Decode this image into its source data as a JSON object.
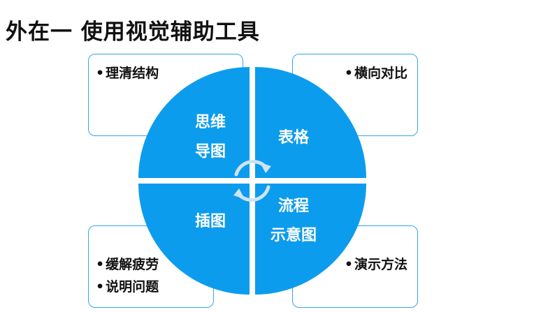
{
  "title": "外在一 使用视觉辅助工具",
  "quadrants": {
    "top_left": {
      "line1": "思维",
      "line2": "导图"
    },
    "top_right": {
      "label": "表格"
    },
    "bottom_left": {
      "label": "插图"
    },
    "bottom_right": {
      "line1": "流程",
      "line2": "示意图"
    }
  },
  "notes": {
    "top_left": [
      "理清结构"
    ],
    "top_right": [
      "横向对比"
    ],
    "bottom_left": [
      "缓解疲劳",
      "说明问题"
    ],
    "bottom_right": [
      "演示方法"
    ]
  },
  "icons": {
    "center": "cycle-arrows-icon"
  },
  "colors": {
    "quadrant": "#0c9ced",
    "border": "#35a6ef",
    "arrows": "#cfe3f1"
  }
}
